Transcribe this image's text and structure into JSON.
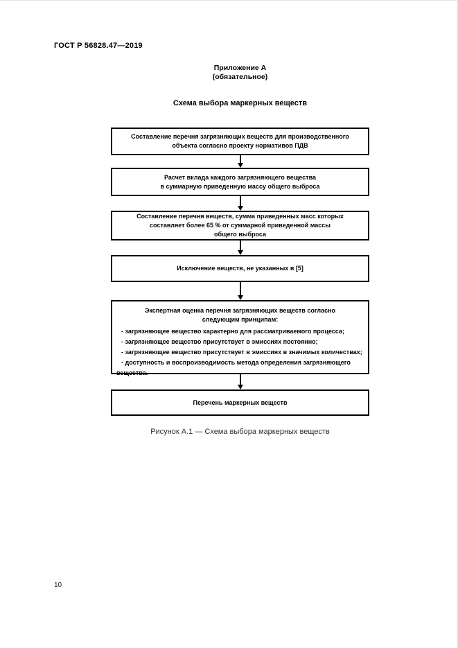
{
  "page": {
    "doc_number": "ГОСТ Р 56828.47—2019",
    "annex_title": "Приложение А",
    "annex_subtitle": "(обязательное)",
    "figure_heading": "Схема выбора маркерных веществ",
    "figure_caption": "Рисунок А.1 — Схема выбора маркерных веществ",
    "page_number": "10"
  },
  "colors": {
    "paper": "#ffffff",
    "ink": "#000000",
    "caption_ink": "#2b2b2b"
  },
  "flowchart": {
    "boxes": [
      {
        "text": "Составление перечня загрязняющих веществ для производственного\nобъекта согласно проекту нормативов ПДВ"
      },
      {
        "text": "Расчет вклада каждого загрязняющего вещества\nв суммарную приведенную массу общего выброса"
      },
      {
        "text": "Составление перечня веществ, сумма приведенных масс которых\nсоставляет более 65 % от суммарной приведенной массы\nобщего выброса"
      },
      {
        "text": "Исключение веществ, не указанных в [5]"
      },
      {
        "heading": "Экспертная оценка перечня загрязняющих веществ согласно\nследующим принципам:",
        "bullets": [
          "- загрязняющее вещество характерно для рассматриваемого процесса;",
          "- загрязняющее вещество присутствует в эмиссиях постоянно;",
          "- загрязняющее вещество присутствует в эмиссиях в значимых количествах;",
          "- доступность и воспроизводимость метода определения загрязняющего вещества."
        ]
      },
      {
        "text": "Перечень маркерных веществ"
      }
    ]
  }
}
